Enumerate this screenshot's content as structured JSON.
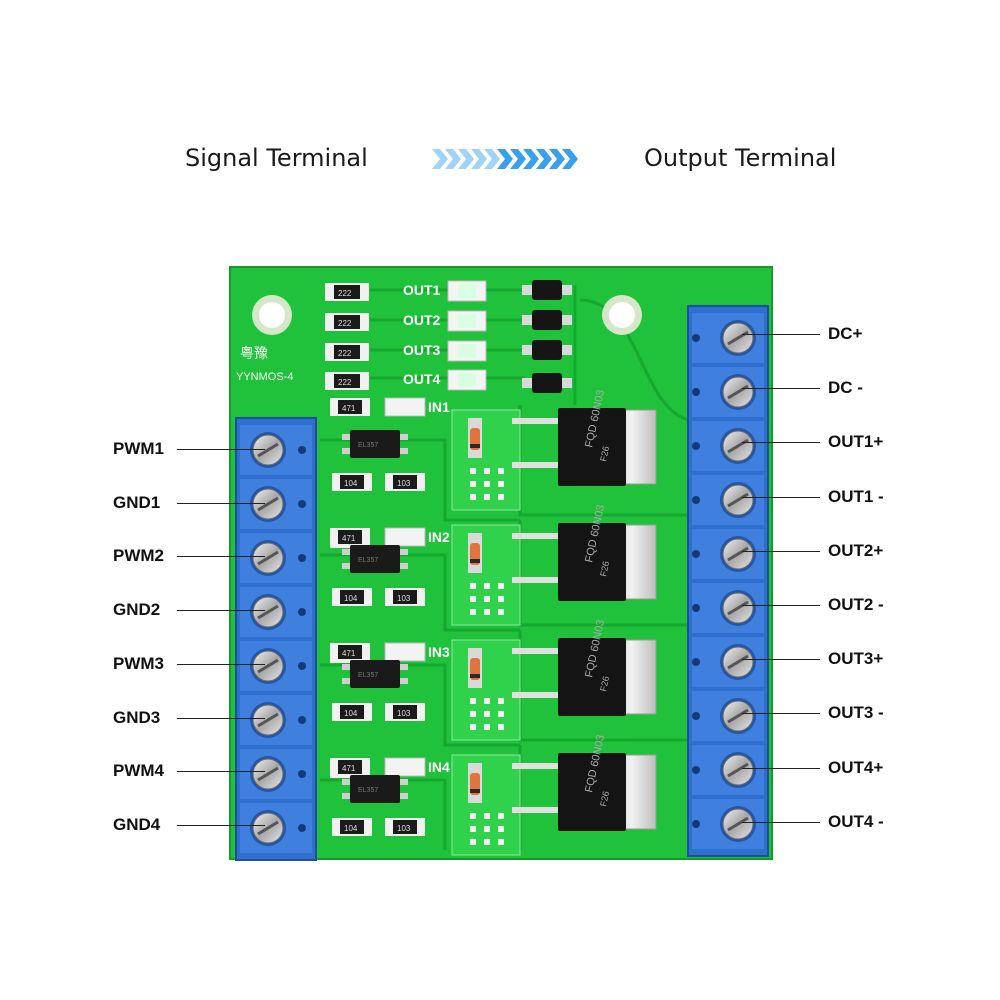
{
  "header": {
    "signal_terminal": "Signal Terminal",
    "output_terminal": "Output Terminal"
  },
  "left_labels": [
    "PWM1",
    "GND1",
    "PWM2",
    "GND2",
    "PWM3",
    "GND3",
    "PWM4",
    "GND4"
  ],
  "right_labels": [
    "DC+",
    "DC -",
    "OUT1+",
    "OUT1 -",
    "OUT2+",
    "OUT2 -",
    "OUT3+",
    "OUT3 -",
    "OUT4+",
    "OUT4 -"
  ],
  "board": {
    "brand_cn": "粤豫",
    "model": "YYNMOS-4",
    "led_labels": [
      "OUT1",
      "OUT2",
      "OUT3",
      "OUT4"
    ],
    "in_labels": [
      "IN1",
      "IN2",
      "IN3",
      "IN4"
    ],
    "mosfet_brand": "FQD",
    "mosfet_part": "60N03",
    "mosfet_code": "F26",
    "resistor_small": "222",
    "resistor_input": "471",
    "resistor_pair_a": "104",
    "resistor_pair_b": "103",
    "optocoupler_text": "EL357"
  },
  "colors": {
    "pcb": "#1fc23a",
    "terminal_blue": "#2f6fd0",
    "arrow_blue": "#3aa0ec"
  }
}
